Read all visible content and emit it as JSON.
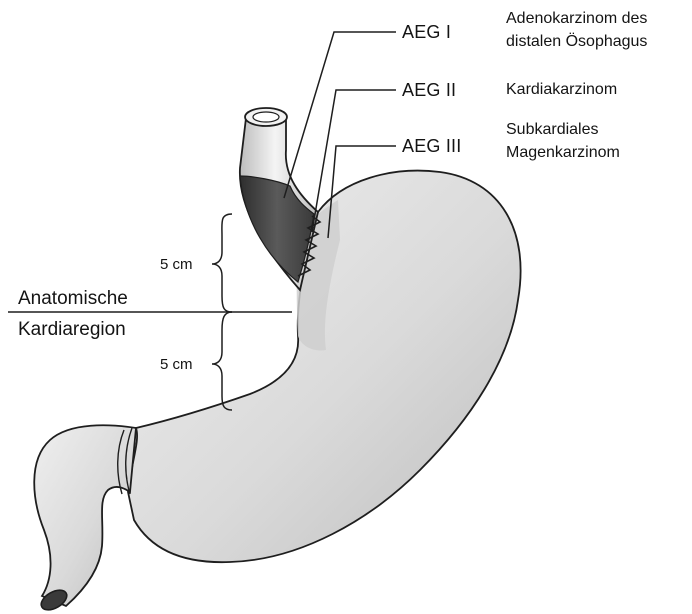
{
  "aeg_types": [
    {
      "code": "AEG I",
      "description": [
        "Adenokarzinom des",
        "distalen Ösophagus"
      ]
    },
    {
      "code": "AEG II",
      "description": [
        "Kardiakarzinom"
      ]
    },
    {
      "code": "AEG III",
      "description": [
        "Subkardiales",
        "Magenkarzinom"
      ]
    }
  ],
  "measurements": {
    "upper": "5 cm",
    "lower": "5 cm"
  },
  "region_label": [
    "Anatomische",
    "Kardiaregion"
  ],
  "colors": {
    "ink": "#141414",
    "stomach_fill": "#dcdcdc",
    "esophagus_fill": "#e6e6e6",
    "tumor_dark": "#4a4a4a"
  }
}
